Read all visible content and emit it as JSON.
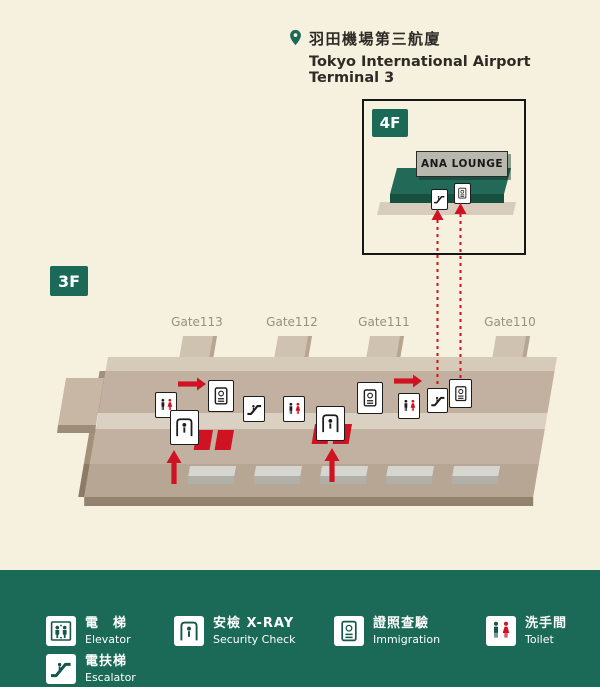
{
  "header": {
    "title_zh": "羽田機場第三航廈",
    "title_en": "Tokyo International Airport Terminal 3"
  },
  "inset": {
    "floor_label": "4F",
    "lounge_label": "ANA LOUNGE",
    "icons": [
      "escalator",
      "immigration"
    ]
  },
  "map": {
    "floor_label": "3F",
    "gates": [
      "Gate113",
      "Gate112",
      "Gate111",
      "Gate110"
    ],
    "facility_icons_left_to_right": [
      "toilet",
      "immigration",
      "escalator",
      "security-check",
      "toilet",
      "security-check",
      "immigration",
      "toilet",
      "escalator",
      "immigration"
    ],
    "connector_targets": [
      "escalator",
      "immigration"
    ]
  },
  "legend": {
    "items": [
      {
        "zh": "電　梯",
        "en": "Elevator",
        "icon": "elevator-icon"
      },
      {
        "zh": "電扶梯",
        "en": "Escalator",
        "icon": "escalator-icon"
      },
      {
        "zh": "安檢 X-RAY",
        "en": "Security Check",
        "icon": "security-check-icon"
      },
      {
        "zh": "證照查驗",
        "en": "Immigration",
        "icon": "immigration-icon"
      },
      {
        "zh": "洗手間",
        "en": "Toilet",
        "icon": "toilet-icon"
      }
    ]
  },
  "colors": {
    "brand_green": "#1a6a57",
    "alert_red": "#cf1322",
    "background_cream": "#f6f1df"
  }
}
